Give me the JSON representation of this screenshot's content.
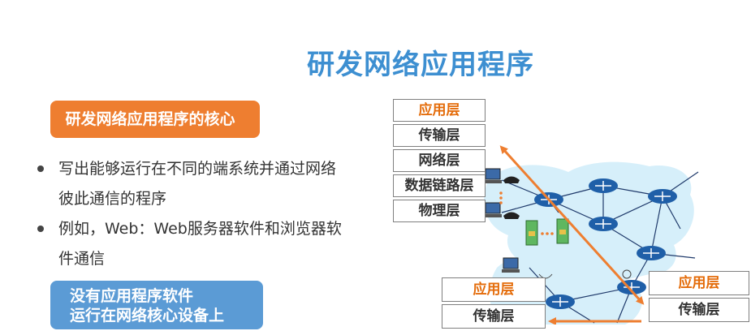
{
  "title": "研发网络应用程序",
  "core_badge": "研发网络应用程序的核心",
  "bullets": [
    {
      "line1": "写出能够运行在不同的端系统并通过网络",
      "line2": "彼此通信的程序"
    },
    {
      "line1": "例如，Web：Web服务器软件和浏览器软",
      "line2": "件通信"
    }
  ],
  "bottom_badge": {
    "line1": "没有应用程序软件",
    "line2": "运行在网络核心设备上"
  },
  "stack_left": [
    "应用层",
    "传输层",
    "网络层",
    "数据链路层",
    "物理层"
  ],
  "stack_bottom_left": [
    "应用层",
    "传输层"
  ],
  "stack_bottom_right": [
    "应用层",
    "传输层"
  ],
  "colors": {
    "title": "#3d8fd1",
    "orange": "#ee7e30",
    "blue": "#5b9bd5",
    "router": "#1f5fa8",
    "cloud": "#d6effa"
  }
}
